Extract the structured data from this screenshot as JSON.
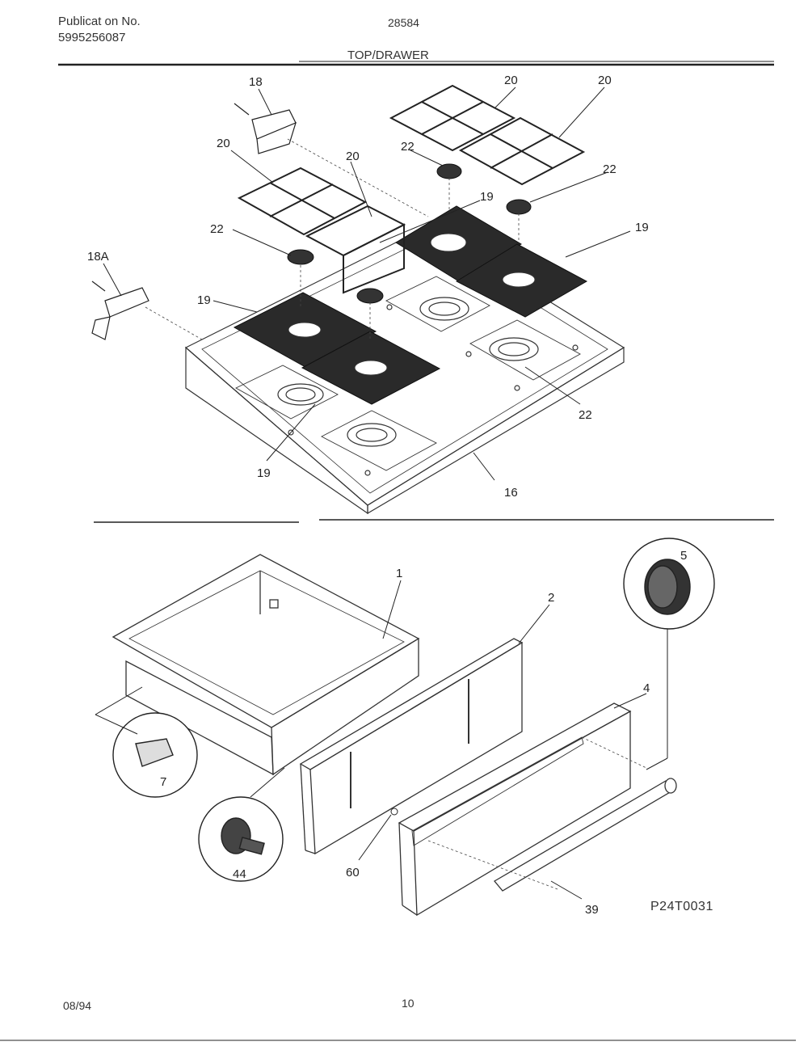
{
  "header": {
    "publication_label": "Publicat on No.",
    "publication_number": "5995256087",
    "model": "28584",
    "section_title": "TOP/DRAWER"
  },
  "footer": {
    "date": "08/94",
    "page": "10",
    "figure_code": "P24T0031"
  },
  "callouts": {
    "c1": "1",
    "c2": "2",
    "c4": "4",
    "c5": "5",
    "c7": "7",
    "c16": "16",
    "c18": "18",
    "c18a": "18A",
    "c19a": "19",
    "c19b": "19",
    "c19c": "19",
    "c19d": "19",
    "c20a": "20",
    "c20b": "20",
    "c20c": "20",
    "c20d": "20",
    "c22a": "22",
    "c22b": "22",
    "c22c": "22",
    "c22d": "22",
    "c39": "39",
    "c44": "44",
    "c60": "60"
  }
}
